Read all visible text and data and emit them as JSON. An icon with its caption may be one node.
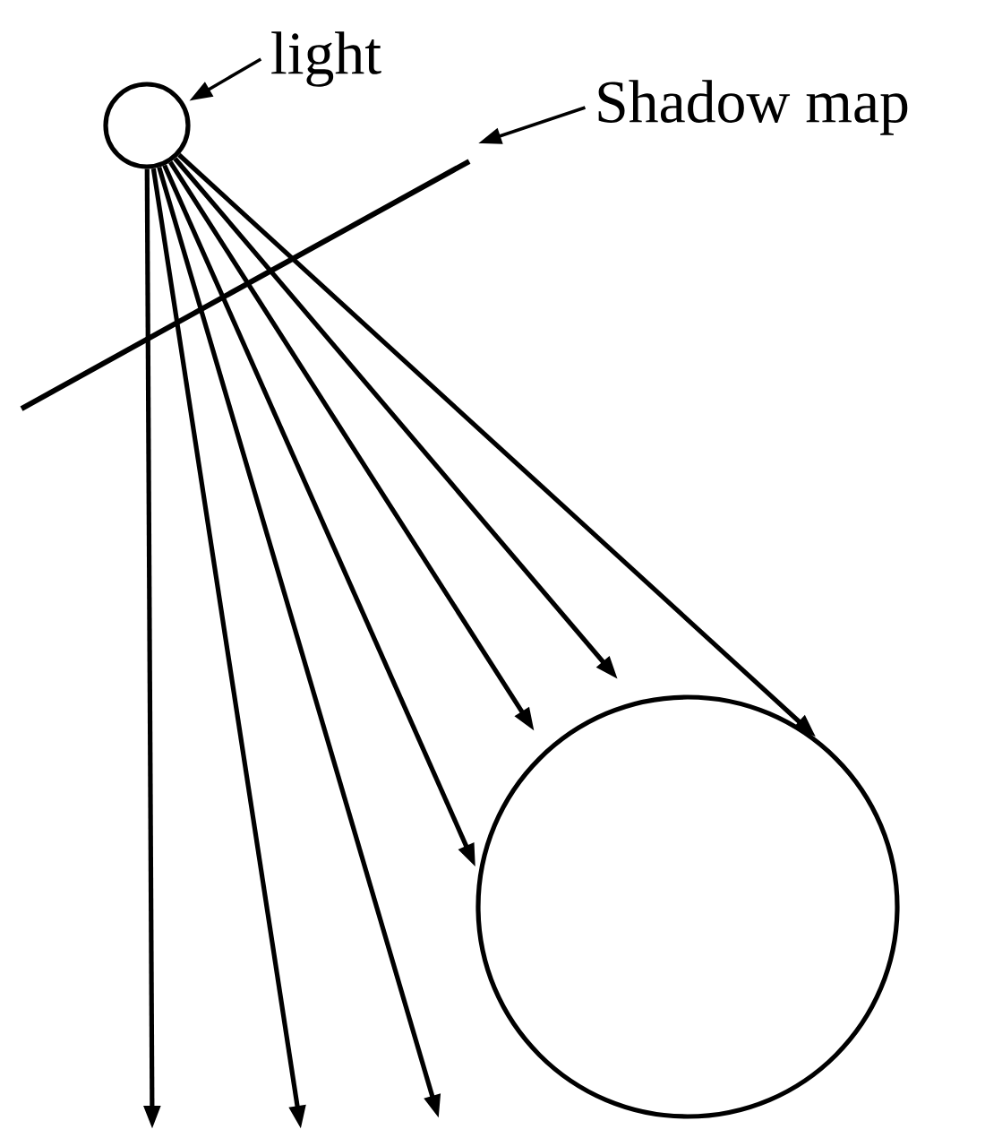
{
  "diagram": {
    "nodes": [
      {
        "text": [],
        "shape": "circle"
      },
      {
        "text": [
          "light"
        ]
      },
      {
        "text": [
          "Shadow map"
        ]
      },
      {
        "text": [],
        "shape": "circle"
      }
    ],
    "edges": [
      {
        "from": 1,
        "to": 0,
        "arrow": "to"
      },
      {
        "from": 2,
        "to": null,
        "arrow": "to"
      },
      {
        "from": 0,
        "to": null,
        "arrow": "to"
      },
      {
        "from": 0,
        "to": null,
        "arrow": "to"
      },
      {
        "from": 0,
        "to": null,
        "arrow": "to"
      },
      {
        "from": 0,
        "to": 3,
        "arrow": "to"
      },
      {
        "from": 0,
        "to": 3,
        "arrow": "to"
      },
      {
        "from": 0,
        "to": 3,
        "arrow": "to"
      },
      {
        "from": 0,
        "to": 3,
        "arrow": "to"
      }
    ]
  }
}
